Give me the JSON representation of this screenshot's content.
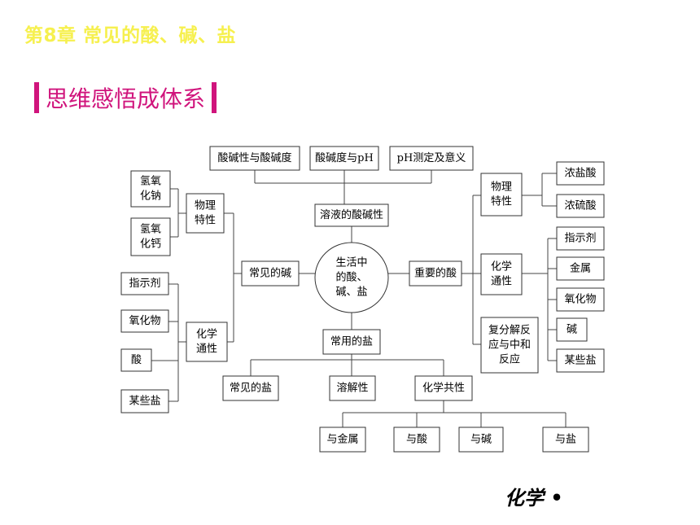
{
  "chapter_title": "第8章 常见的酸、碱、盐",
  "section_title": "思维感悟成体系",
  "footer": "化学 •",
  "diagram": {
    "center": [
      "生活中",
      "的酸、",
      "碱、盐"
    ],
    "top": [
      "酸碱性与酸碱度",
      "酸碱度与pH",
      "pH测定及意义"
    ],
    "solution_acidity": "溶液的酸碱性",
    "base": {
      "label": "常见的碱",
      "physical": [
        "物理",
        "特性"
      ],
      "naoh": [
        "氢氧",
        "化钠"
      ],
      "caoh2": [
        "氢氧",
        "化钙"
      ],
      "chemical": [
        "化学",
        "通性"
      ],
      "chem_items": [
        "指示剂",
        "氧化物",
        "酸",
        "某些盐"
      ]
    },
    "acid": {
      "label": "重要的酸",
      "physical": [
        "物理",
        "特性"
      ],
      "phys_items": [
        "浓盐酸",
        "浓硫酸"
      ],
      "chemical": [
        "化学",
        "通性"
      ],
      "chem_items": [
        "指示剂",
        "金属",
        "氧化物",
        "碱",
        "某些盐"
      ],
      "double_decomp": [
        "复分解反",
        "应与中和",
        "反应"
      ]
    },
    "salt": {
      "label": "常用的盐",
      "children": [
        "常见的盐",
        "溶解性",
        "化学共性"
      ],
      "chem_items": [
        "与金属",
        "与酸",
        "与碱",
        "与盐"
      ]
    }
  }
}
